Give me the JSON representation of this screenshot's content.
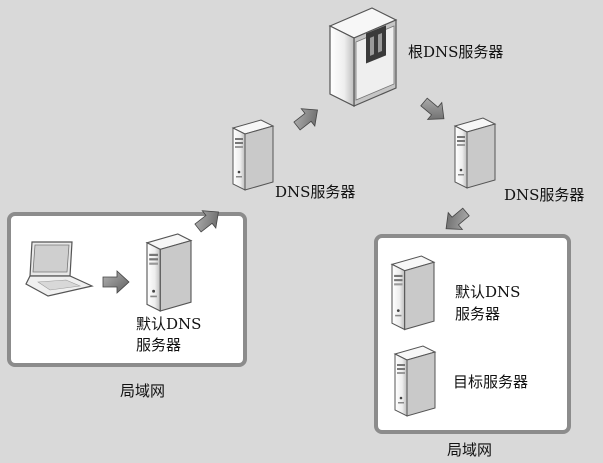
{
  "diagram": {
    "labels": {
      "root_dns": "根DNS服务器",
      "dns_mid": "DNS服务器",
      "dns_right": "DNS服务器",
      "default_dns_left_line1": "默认DNS",
      "default_dns_left_line2": "服务器",
      "lan_left": "局域网",
      "default_dns_right_line1": "默认DNS",
      "default_dns_right_line2": "服务器",
      "target_server": "目标服务器",
      "lan_right": "局域网"
    },
    "colors": {
      "background": "#d9d9d9",
      "lan_panel_fill": "#ffffff",
      "lan_panel_border": "#8c8c8c",
      "server_body": "#f2f2f2",
      "server_edge": "#555555",
      "arrow_fill": "#8a8a8a"
    },
    "icons": [
      "laptop-icon",
      "server-icon",
      "large-server-icon",
      "arrow-icon"
    ]
  }
}
